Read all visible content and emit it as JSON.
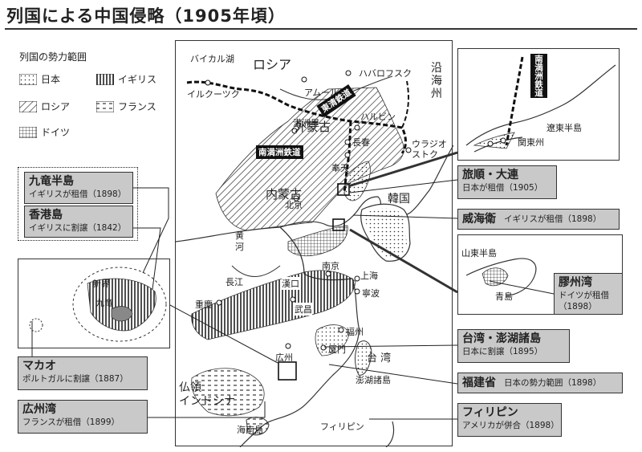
{
  "title": "列国による中国侵略（1905年頃）",
  "legend": {
    "title": "列国の勢力範囲",
    "items": [
      {
        "label": "日本",
        "pattern": "dots"
      },
      {
        "label": "イギリス",
        "pattern": "vertical"
      },
      {
        "label": "ロシア",
        "pattern": "diagonal"
      },
      {
        "label": "フランス",
        "pattern": "dashes"
      },
      {
        "label": "ドイツ",
        "pattern": "grid"
      }
    ]
  },
  "main_map": {
    "places": {
      "baikal": "バイカル湖",
      "russia": "ロシア",
      "irkutsk": "イルクーツク",
      "amur": "アムール川",
      "khabarovsk": "ハバロフスク",
      "enkai": "沿\n海\n州",
      "manchuli": "満洲里",
      "harbin": "ハルビン",
      "outer_mongolia": "外蒙古",
      "changchun": "長春",
      "vladivostok": "ウラジオ\nストク",
      "inner_mongolia": "内蒙古",
      "fengtian": "奉天",
      "beijing": "北京",
      "korea": "韓国",
      "yellow_river": "黄\n河",
      "nanjing": "南京",
      "shanghai": "上海",
      "yangtze": "長江",
      "hankou": "漢口",
      "ningbo": "寧波",
      "chongqing": "重慶",
      "wuchang": "武昌",
      "fuzhou": "福州",
      "xiamen": "厦門",
      "taiwan": "台 湾",
      "penghu": "澎湖諸島",
      "guangzhou": "広州",
      "indochina": "仏領\nインドシナ",
      "hainan": "海南島",
      "philippines": "フィリピン"
    },
    "railways": {
      "chinese_eastern": "東清鉄道",
      "south_manchuria": "南満洲鉄道"
    }
  },
  "inset_liaodong": {
    "railway": "南満洲鉄道",
    "liaodong": "遼東半島",
    "guandong": "関東州"
  },
  "inset_shandong": {
    "shandong": "山東半島",
    "qingdao": "青島"
  },
  "inset_hongkong": {
    "new_territories": "新界",
    "kowloon": "九竜"
  },
  "callouts": {
    "kowloon": {
      "heading": "九竜半島",
      "sub": "イギリスが租借（1898）"
    },
    "hongkong": {
      "heading": "香港島",
      "sub": "イギリスに割譲（1842）"
    },
    "macao": {
      "heading": "マカオ",
      "sub": "ポルトガルに割譲（1887）"
    },
    "guangzhouwan": {
      "heading": "広州湾",
      "sub": "フランスが租借（1899）"
    },
    "lushun": {
      "heading": "旅順・大連",
      "sub": "日本が租借（1905）"
    },
    "weihaiwei": {
      "heading": "威海衛",
      "sub": "イギリスが租借（1898）"
    },
    "jiaozhou": {
      "heading": "膠州湾",
      "sub": "ドイツが租借\n（1898）"
    },
    "taiwan": {
      "heading": "台湾・澎湖諸島",
      "sub": "日本に割譲（1895）"
    },
    "fujian": {
      "heading": "福建省",
      "sub": "日本の勢力範囲（1898）"
    },
    "philippines": {
      "heading": "フィリピン",
      "sub": "アメリカが併合（1898）"
    }
  }
}
